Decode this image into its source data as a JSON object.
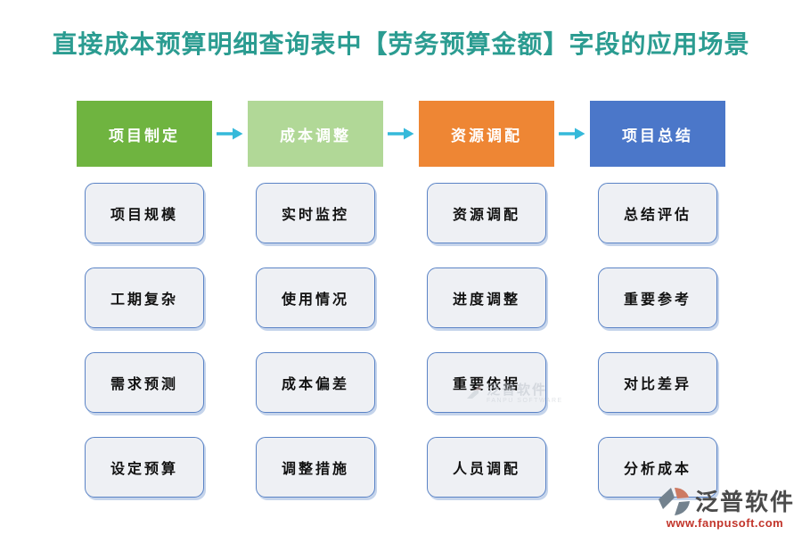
{
  "title": "直接成本预算明细查询表中【劳务预算金额】字段的应用场景",
  "flow": {
    "arrow_color": "#35b9da",
    "columns": [
      {
        "header": "项目制定",
        "color": "#6fb440",
        "items": [
          "项目规模",
          "工期复杂",
          "需求预测",
          "设定预算"
        ]
      },
      {
        "header": "成本调整",
        "color": "#b1d897",
        "items": [
          "实时监控",
          "使用情况",
          "成本偏差",
          "调整措施"
        ]
      },
      {
        "header": "资源调配",
        "color": "#ee8634",
        "items": [
          "资源调配",
          "进度调整",
          "重要依据",
          "人员调配"
        ]
      },
      {
        "header": "项目总结",
        "color": "#4b77c9",
        "items": [
          "总结评估",
          "重要参考",
          "对比差异",
          "分析成本"
        ]
      }
    ]
  },
  "watermark": {
    "name": "泛普软件",
    "subname": "FANPU SOFTWARE"
  },
  "footer": {
    "brand": "泛普软件",
    "url": "www.fanpusoft.com"
  },
  "colors": {
    "title_text": "#2b9c91",
    "box_border": "#5a83c6",
    "box_fill": "#eef0f4",
    "box_text": "#111111",
    "header_text": "#ffffff",
    "brand_text": "#4b4b4b",
    "brand_url": "#c2352b"
  }
}
